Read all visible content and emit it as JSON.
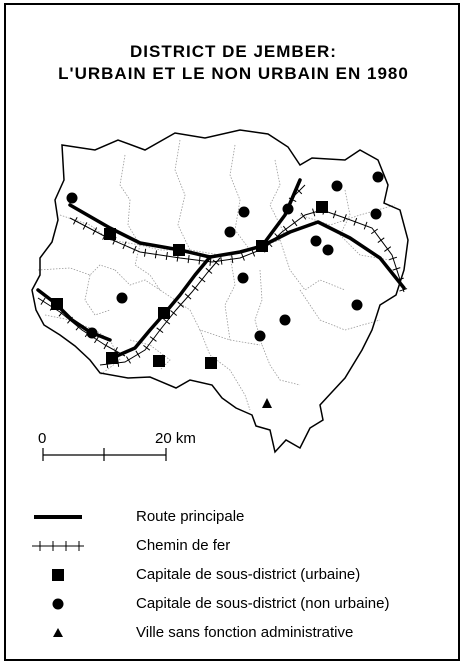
{
  "title_line1": "DISTRICT DE JEMBER:",
  "title_line2": "L'URBAIN ET LE NON URBAIN EN 1980",
  "scale": {
    "start_label": "0",
    "end_label": "20 km"
  },
  "legend": [
    {
      "key": "route",
      "label": "Route principale",
      "icon": "road-line-icon"
    },
    {
      "key": "rail",
      "label": "Chemin de fer",
      "icon": "railway-icon"
    },
    {
      "key": "urban",
      "label": "Capitale de sous-district (urbaine)",
      "icon": "square-icon"
    },
    {
      "key": "nonurban",
      "label": "Capitale de sous-district (non urbaine)",
      "icon": "circle-icon"
    },
    {
      "key": "village",
      "label": "Ville sans fonction administrative",
      "icon": "triangle-icon"
    }
  ],
  "colors": {
    "ink": "#000000",
    "boundary": "#999999",
    "background": "#ffffff"
  }
}
